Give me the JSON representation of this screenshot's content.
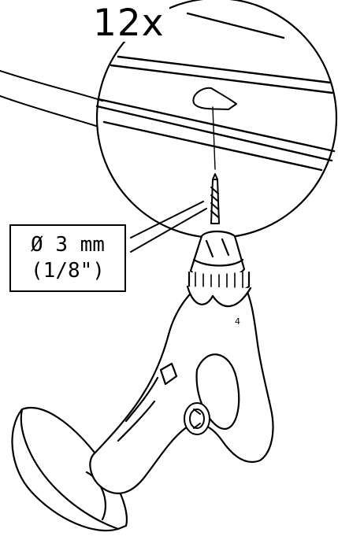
{
  "illustration": {
    "quantity_label": "12x",
    "drill_bit": {
      "diameter_metric": "Ø 3 mm",
      "diameter_imperial": "(1/8\")"
    },
    "drill_marking": "4",
    "stroke_color": "#000000",
    "background_color": "#ffffff"
  }
}
